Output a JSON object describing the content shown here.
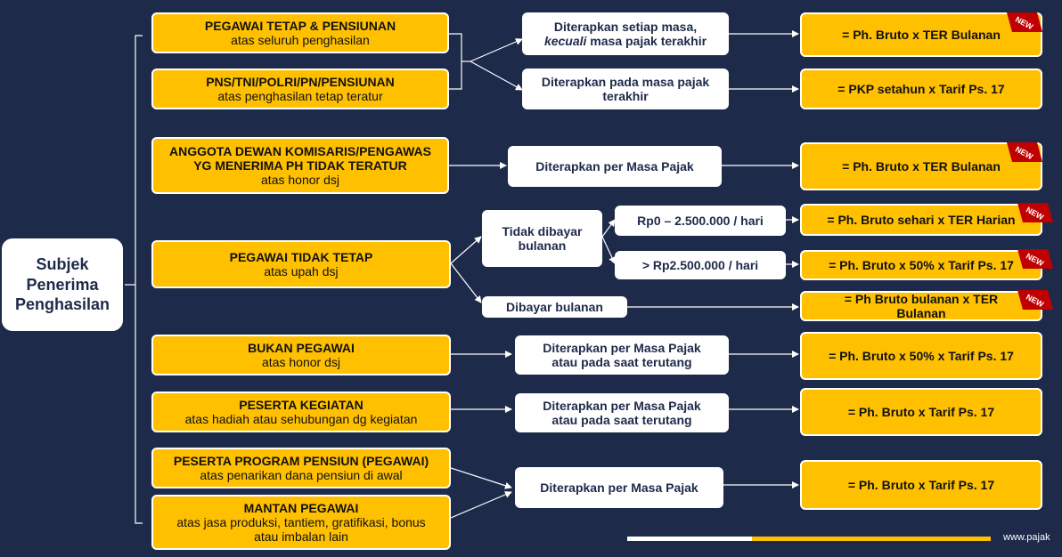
{
  "root": {
    "line1": "Subjek",
    "line2": "Penerima",
    "line3": "Penghasilan"
  },
  "subjects": [
    {
      "title": "PEGAWAI TETAP & PENSIUNAN",
      "sub": "atas seluruh penghasilan"
    },
    {
      "title": "PNS/TNI/POLRI/PN/PENSIUNAN",
      "sub": "atas penghasilan tetap teratur"
    },
    {
      "title1": "ANGGOTA DEWAN KOMISARIS/PENGAWAS",
      "title2": "YG MENERIMA PH TIDAK TERATUR",
      "sub": "atas honor dsj"
    },
    {
      "title": "PEGAWAI TIDAK TETAP",
      "sub": "atas upah dsj"
    },
    {
      "title": "BUKAN PEGAWAI",
      "sub": "atas honor dsj"
    },
    {
      "title": "PESERTA KEGIATAN",
      "sub": "atas hadiah atau sehubungan dg kegiatan"
    },
    {
      "title": "PESERTA PROGRAM PENSIUN (PEGAWAI)",
      "sub": "atas penarikan dana pensiun di awal"
    },
    {
      "title": "MANTAN PEGAWAI",
      "sub1": "atas jasa produksi, tantiem, gratifikasi, bonus",
      "sub2": "atau imbalan lain"
    }
  ],
  "conditions": {
    "c1_line1": "Diterapkan setiap masa,",
    "c1_line2_italic": "kecuali",
    "c1_line2_rest": " masa pajak terakhir",
    "c2_line1": "Diterapkan pada masa pajak",
    "c2_line2": "terakhir",
    "c3": "Diterapkan per Masa Pajak",
    "c4_line1": "Tidak dibayar",
    "c4_line2": "bulanan",
    "c5": "Rp0 – 2.500.000 / hari",
    "c6": "> Rp2.500.000 / hari",
    "c7": "Dibayar bulanan",
    "c8_line1": "Diterapkan per Masa Pajak",
    "c8_line2": "atau pada saat terutang",
    "c9_line1": "Diterapkan per Masa Pajak",
    "c9_line2": "atau pada saat terutang",
    "c10": "Diterapkan per Masa Pajak"
  },
  "results": {
    "r1": "= Ph. Bruto x TER Bulanan",
    "r2": "= PKP setahun x Tarif Ps. 17",
    "r3": "= Ph. Bruto x TER Bulanan",
    "r4": "= Ph. Bruto sehari x TER Harian",
    "r5": "= Ph. Bruto x 50% x Tarif Ps. 17",
    "r6_line1": "= Ph Bruto bulanan x TER",
    "r6_line2": "Bulanan",
    "r7": "= Ph. Bruto x 50% x Tarif Ps. 17",
    "r8": "= Ph. Bruto x Tarif Ps. 17",
    "r9": "= Ph. Bruto x Tarif Ps. 17"
  },
  "badge_text": "NEW",
  "footer_text": "www.pajak",
  "colors": {
    "background": "#1e2a4a",
    "yellow": "#ffc000",
    "white": "#ffffff",
    "badge_red": "#c00000"
  }
}
